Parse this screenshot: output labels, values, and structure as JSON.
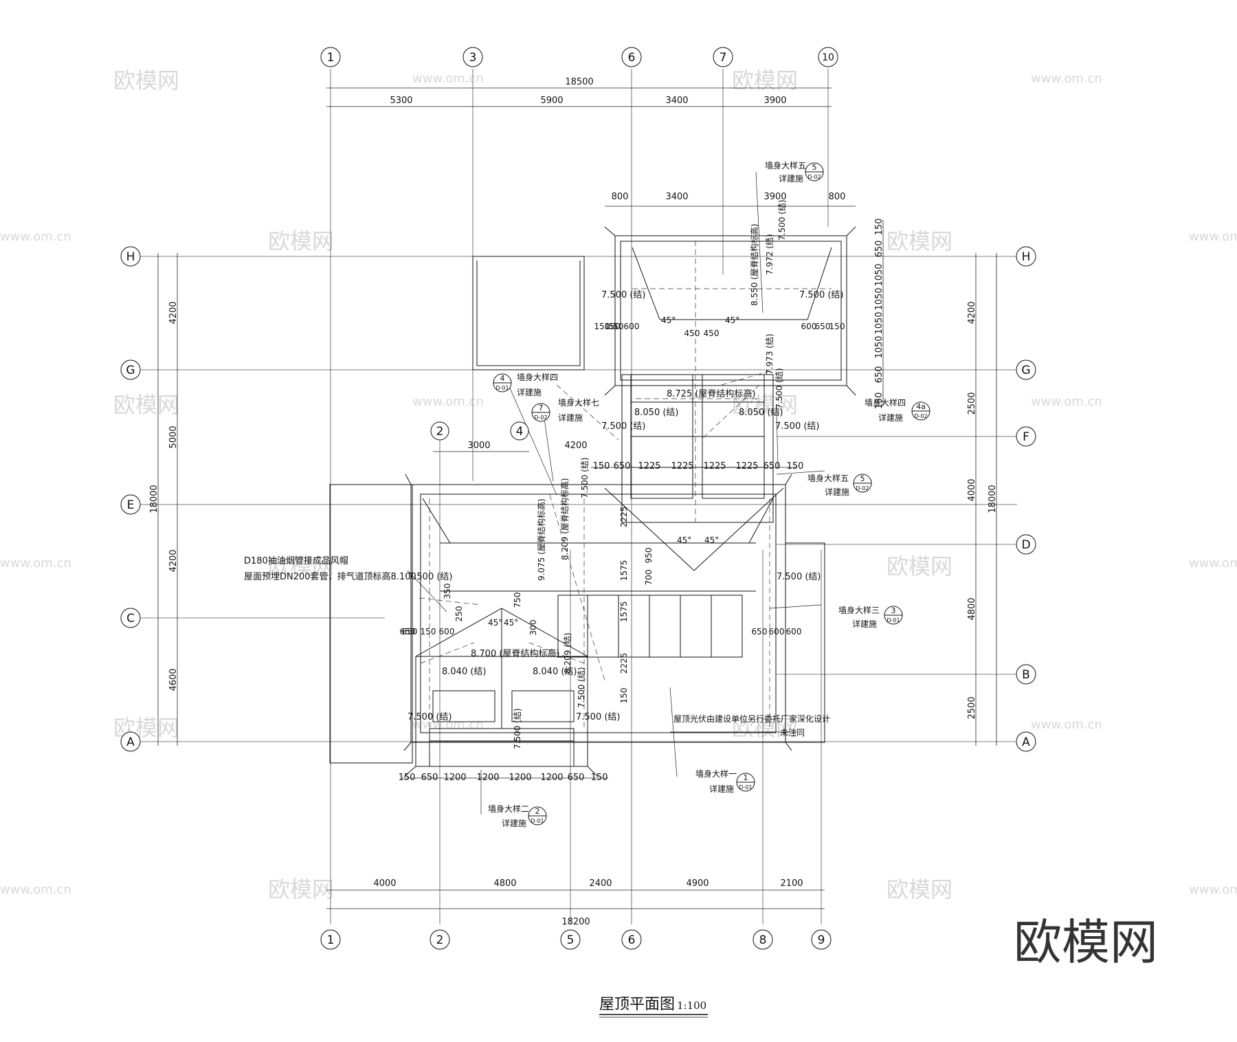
{
  "drawing": {
    "title": "屋顶平面图",
    "scale": "1:100",
    "brand": "欧模网"
  },
  "watermarks": {
    "site": "www.om.cn",
    "logo": "欧模网"
  },
  "axes": {
    "top": [
      "1",
      "3",
      "6",
      "7",
      "10"
    ],
    "bottom": [
      "1",
      "2",
      "5",
      "6",
      "8",
      "9"
    ],
    "left": [
      "H",
      "G",
      "E",
      "C",
      "A"
    ],
    "right": [
      "H",
      "G",
      "F",
      "D",
      "B",
      "A"
    ],
    "upper_inner": [
      "2",
      "4"
    ]
  },
  "dimensions": {
    "top_total": "18500",
    "top_segments": [
      "5300",
      "5900",
      "3400",
      "3900"
    ],
    "upper_block": [
      "800",
      "3400",
      "3900",
      "800"
    ],
    "bottom_total": "18200",
    "bottom_segments": [
      "4000",
      "4800",
      "2400",
      "4900",
      "2100"
    ],
    "bottom_small": [
      "150",
      "650",
      "1200",
      "1200",
      "1200",
      "1200",
      "650",
      "150"
    ],
    "left_total": "18000",
    "left_segments": [
      "4200",
      "5000",
      "4200",
      "4600"
    ],
    "right_total": "18000",
    "right_segments": [
      "4200",
      "2500",
      "4000",
      "4800",
      "2500"
    ],
    "right_stack": [
      "150",
      "650",
      "1050",
      "1050",
      "1050",
      "1050",
      "650",
      "150"
    ],
    "row_a": [
      "150",
      "650",
      "1225",
      "1225",
      "1225",
      "1225",
      "650",
      "150"
    ],
    "axis_2_4": "3000",
    "axis_4_right": "4200",
    "misc": [
      "150",
      "650",
      "600",
      "600",
      "650",
      "150",
      "450",
      "450",
      "2225",
      "1575",
      "700",
      "950",
      "1575",
      "2225",
      "150",
      "650",
      "600",
      "600",
      "650",
      "150",
      "750",
      "300",
      "250",
      "350",
      "150",
      "650",
      "600",
      "7.500",
      "7.500",
      "7.500",
      "7.500"
    ]
  },
  "elevations": {
    "e1": "7.500 (结)",
    "e2": "7.500 (结)",
    "e3": "8.550 (屋脊结构标高)",
    "e4": "7.972 (结)",
    "e5": "7.500 (结)",
    "e6": "7.973 (结)",
    "e7": "8.725 (屋脊结构标高)",
    "e8": "8.050 (结)",
    "e9": "8.050 (结)",
    "e10": "7.500 (结)",
    "e11": "7.500 (结)",
    "e12": "8.209 (屋脊结构标高)",
    "e13": "9.075 (屋脊结构标高)",
    "e14": "7.500 (结)",
    "e15": "7.500 (结)",
    "e16": "8.700 (屋脊结构标高)",
    "e17": "8.209 (结)",
    "e18": "8.040 (结)",
    "e19": "8.040 (结)",
    "e20": "7.500 (结)",
    "e21": "7.500 (结)",
    "e22": "7.500 (结)",
    "e23": "7.500 (结)",
    "e24": "7.500 (结)",
    "e25": "7.500 (结)"
  },
  "angles": [
    "45°",
    "45°",
    "45°",
    "45°",
    "45°",
    "45°"
  ],
  "details": [
    {
      "label": "墙身大样五",
      "note": "详建施",
      "num": "5",
      "sheet": "D-02"
    },
    {
      "label": "墙身大样四",
      "note": "详建施",
      "num": "4",
      "sheet": "D-01"
    },
    {
      "label": "墙身大样七",
      "note": "详建施",
      "num": "7",
      "sheet": "D-02"
    },
    {
      "label": "墙身大样四",
      "note": "详建施",
      "num": "4a",
      "sheet": "D-02"
    },
    {
      "label": "墙身大样五",
      "note": "详建施",
      "num": "5",
      "sheet": "D-02"
    },
    {
      "label": "墙身大样三",
      "note": "详建施",
      "num": "3",
      "sheet": "D-01"
    },
    {
      "label": "墙身大样一",
      "note": "详建施",
      "num": "1",
      "sheet": "D-01"
    },
    {
      "label": "墙身大样二",
      "note": "详建施",
      "num": "2",
      "sheet": "D-01"
    }
  ],
  "notes": {
    "vent1": "D180抽油烟管接成品风帽",
    "vent2": "屋面预埋DN200套管，排气道顶标高8.100",
    "pv1": "屋顶光伏由建设单位另行委托厂家深化设计",
    "pv2": "未注同"
  }
}
